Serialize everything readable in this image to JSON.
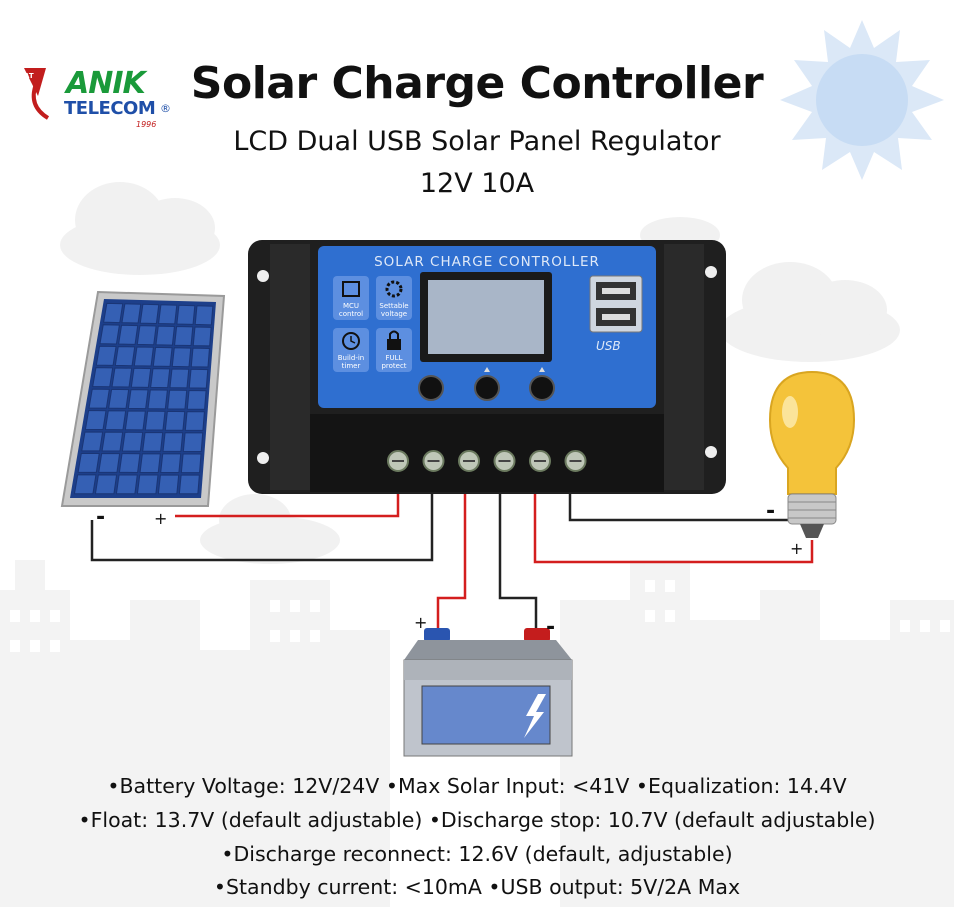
{
  "header": {
    "title": "Solar Charge Controller",
    "subtitle": "LCD  Dual USB Solar Panel Regulator",
    "rating": "12V 10A"
  },
  "logo": {
    "brand": "ANIK",
    "brand_sub": "TELECOM",
    "prefix": "AT",
    "registered": "®",
    "year": "1996"
  },
  "controller": {
    "panel_label": "SOLAR CHARGE CONTROLLER",
    "usb_label": "USB",
    "features": [
      {
        "label_line1": "MCU",
        "label_line2": "control",
        "icon": "chip-icon"
      },
      {
        "label_line1": "Settable",
        "label_line2": "voltage",
        "icon": "gear-icon"
      },
      {
        "label_line1": "Build-in",
        "label_line2": "timer",
        "icon": "clock-icon"
      },
      {
        "label_line1": "FULL",
        "label_line2": "protect",
        "icon": "lock-icon"
      }
    ],
    "buttons": [
      "menu-button",
      "up-button",
      "down-button"
    ],
    "terminal_count": 6
  },
  "wiring": {
    "panel_minus": "-",
    "panel_plus": "+",
    "battery_plus": "+",
    "battery_minus": "-",
    "load_minus": "-",
    "load_plus": "+"
  },
  "specs": {
    "line1": "•Battery Voltage: 12V/24V •Max Solar Input: <41V  •Equalization: 14.4V",
    "line2": "•Float: 13.7V (default adjustable) •Discharge stop: 10.7V (default adjustable)",
    "line3": "•Discharge reconnect: 12.6V (default, adjustable)",
    "line4": "•Standby current: <10mA   •USB output: 5V/2A Max"
  },
  "colors": {
    "controller_body": "#1e1e1e",
    "panel_blue": "#2f6fd0",
    "lcd": "#a9b6c8",
    "wire_red": "#d41e1e",
    "wire_black": "#222222",
    "solar_cell": "#2c4f9e",
    "bulb": "#f4c33a",
    "battery_body": "#bfc4cc",
    "battery_label": "#6688cc",
    "sun": "#cfe1f6",
    "cloud": "#f0f0f0",
    "city": "#f2f2f2"
  }
}
